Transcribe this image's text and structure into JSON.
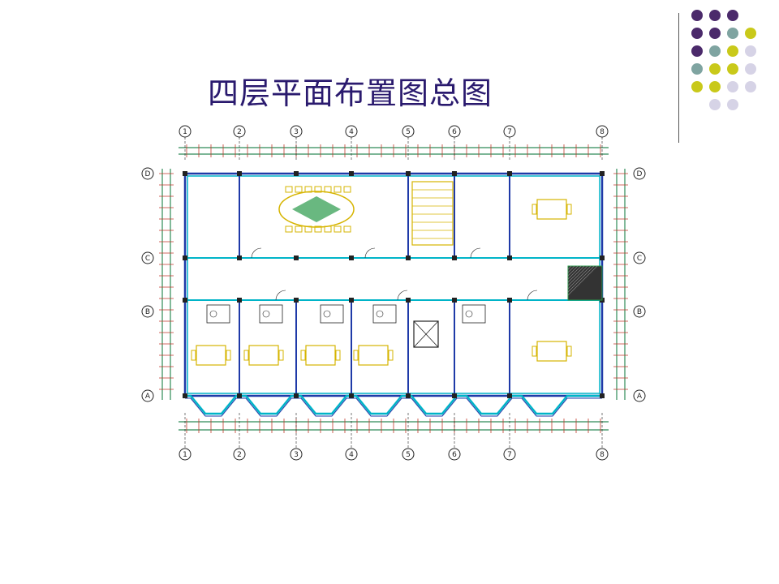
{
  "slide": {
    "title": "四层平面布置图总图"
  },
  "decoration": {
    "dot_colors": {
      "purple": "#4b2a6b",
      "teal": "#7fa4a1",
      "olive": "#c9c91a",
      "lavender": "#d6d3e6"
    },
    "dot_grid": [
      [
        "purple",
        "purple",
        "purple",
        null
      ],
      [
        "purple",
        "purple",
        "teal",
        "olive"
      ],
      [
        "purple",
        "teal",
        "olive",
        "lavender"
      ],
      [
        "teal",
        "olive",
        "olive",
        "lavender"
      ],
      [
        "olive",
        "olive",
        "lavender",
        "lavender"
      ],
      [
        null,
        "lavender",
        "lavender",
        null
      ]
    ]
  },
  "plan": {
    "column_axes": [
      "1",
      "2",
      "3",
      "4",
      "5",
      "6",
      "7",
      "8"
    ],
    "row_axes": [
      "D",
      "C",
      "B",
      "A"
    ],
    "colors": {
      "wall_cyan": "#00b4c8",
      "wall_blue": "#1f3aa8",
      "furniture_yellow": "#d6b400",
      "hatch_green": "#2a9a4a",
      "dim_red": "#c0392b",
      "dim_green": "#2e8b57",
      "dark": "#222222"
    }
  }
}
